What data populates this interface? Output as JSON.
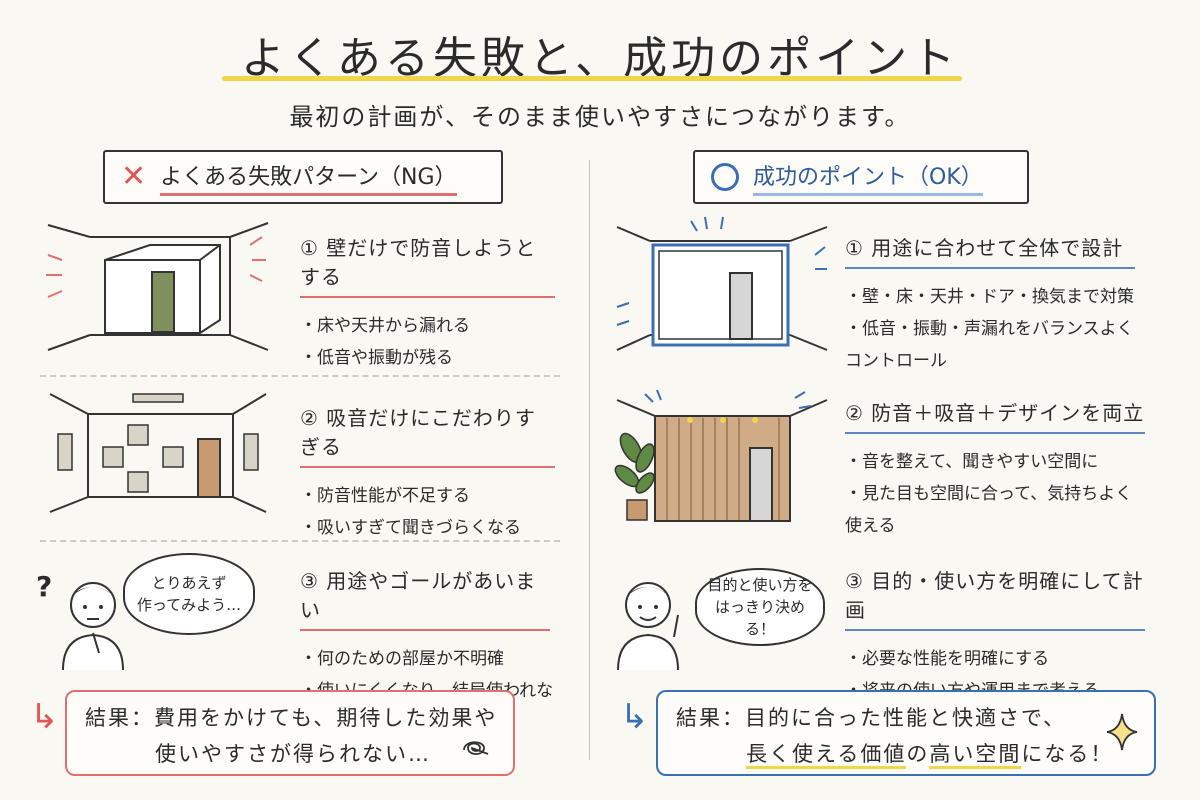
{
  "header": {
    "title": "よくある失敗と、成功のポイント",
    "subtitle": "最初の計画が、そのまま使いやすさにつながります。"
  },
  "ng": {
    "heading": "よくある失敗パターン（NG）",
    "mark": "✕",
    "items": [
      {
        "title": "① 壁だけで防音しようとする",
        "bullets": [
          "床や天井から漏れる",
          "低音や振動が残る"
        ]
      },
      {
        "title": "② 吸音だけにこだわりすぎる",
        "bullets": [
          "防音性能が不足する",
          "吸いすぎて聞きづらくなる"
        ]
      },
      {
        "title": "③ 用途やゴールがあいまい",
        "bullets": [
          "何のための部屋か不明確",
          "使いにくくなり、結局使われない"
        ]
      }
    ],
    "bubble_text": "とりあえず\n作ってみよう…",
    "question_mark": "?",
    "result_line1": "結果：費用をかけても、期待した効果や",
    "result_line2": "使いやすさが得られない…"
  },
  "ok": {
    "heading": "成功のポイント（OK）",
    "items": [
      {
        "title": "① 用途に合わせて全体で設計",
        "bullets": [
          "壁・床・天井・ドア・換気まで対策",
          "低音・振動・声漏れをバランスよく\nコントロール"
        ]
      },
      {
        "title": "② 防音＋吸音＋デザインを両立",
        "bullets": [
          "音を整えて、聞きやすい空間に",
          "見た目も空間に合って、気持ちよく\n使える"
        ]
      },
      {
        "title": "③ 目的・使い方を明確にして計画",
        "bullets": [
          "必要な性能を明確にする",
          "将来の使い方や運用まで考える"
        ]
      }
    ],
    "bubble_text": "目的と使い方を\nはっきり決める！",
    "result_line1": "結果：目的に合った性能と快適さで、",
    "result_line2_a": "長く使える",
    "result_line2_b": "価値",
    "result_line2_c": "の",
    "result_line2_d": "高い空間",
    "result_line2_e": "になる！"
  },
  "colors": {
    "ng": "#e05555",
    "ok": "#3a6fb5",
    "highlight": "#f2d54a"
  },
  "icons": [
    "cross-mark-icon",
    "circle-mark-icon",
    "arrow-return-icon",
    "sparkle-icon",
    "scribble-icon",
    "plant-icon",
    "door-icon"
  ]
}
